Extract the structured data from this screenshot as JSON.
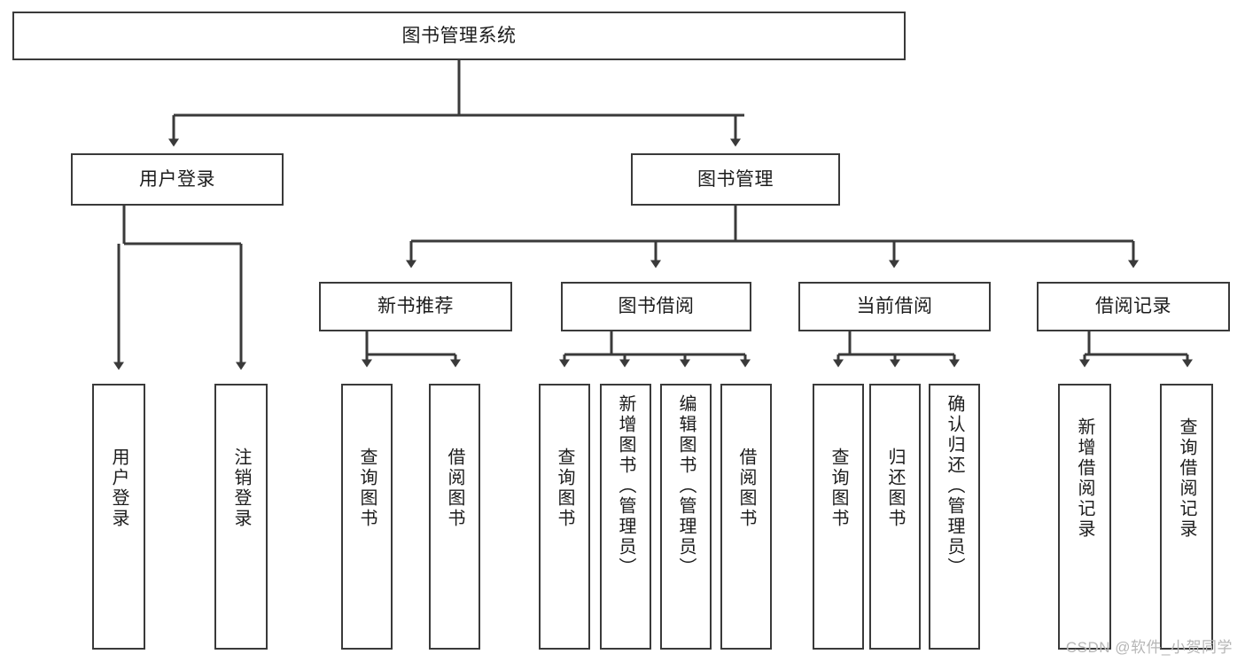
{
  "diagram": {
    "title": "图书管理系统",
    "watermark": "CSDN @软件_小贺同学",
    "stroke_color": "#3a3a3a",
    "background_color": "#ffffff",
    "text_color": "#1c1c1c",
    "root": {
      "label": "图书管理系统"
    },
    "level2": [
      {
        "label": "用户登录"
      },
      {
        "label": "图书管理"
      }
    ],
    "level3": [
      {
        "label": "新书推荐"
      },
      {
        "label": "图书借阅"
      },
      {
        "label": "当前借阅"
      },
      {
        "label": "借阅记录"
      }
    ],
    "leaves": {
      "user_login": [
        {
          "label": "用户登录"
        },
        {
          "label": "注销登录"
        }
      ],
      "new_book": [
        {
          "label": "查询图书"
        },
        {
          "label": "借阅图书"
        }
      ],
      "borrow": [
        {
          "label": "查询图书"
        },
        {
          "label": "新增图书（管理员）"
        },
        {
          "label": "编辑图书（管理员）"
        },
        {
          "label": "借阅图书"
        }
      ],
      "current": [
        {
          "label": "查询图书"
        },
        {
          "label": "归还图书"
        },
        {
          "label": "确认归还（管理员）"
        }
      ],
      "records": [
        {
          "label": "新增借阅记录"
        },
        {
          "label": "查询借阅记录"
        }
      ]
    }
  }
}
